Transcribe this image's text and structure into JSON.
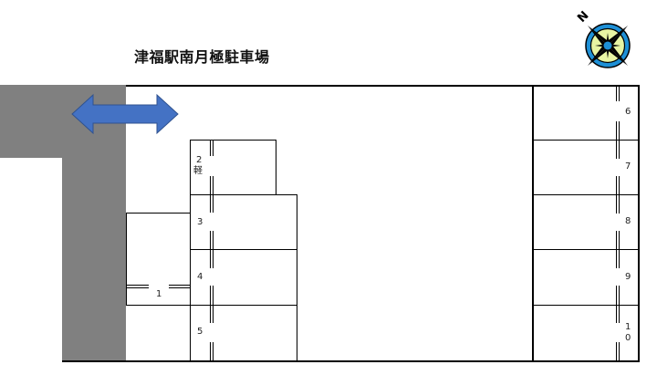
{
  "title": "津福駅南月極駐車場",
  "colors": {
    "road": "#808080",
    "arrow_fill": "#4472C4",
    "arrow_stroke": "#2F528F",
    "compass_ring": "#1E90D6",
    "compass_face": "#E8F5A3",
    "compass_star": "#000000",
    "compass_center": "#1E90D6"
  },
  "compass": {
    "north_label": "N",
    "icon": "compass-rose-icon"
  },
  "entrance_arrow": {
    "icon": "double-arrow-icon",
    "direction": "left-right"
  },
  "spaces": [
    {
      "id": "1",
      "label": "1",
      "note": ""
    },
    {
      "id": "2",
      "label": "2",
      "note": "軽"
    },
    {
      "id": "3",
      "label": "3",
      "note": ""
    },
    {
      "id": "4",
      "label": "4",
      "note": ""
    },
    {
      "id": "5",
      "label": "5",
      "note": ""
    },
    {
      "id": "6",
      "label": "6",
      "note": ""
    },
    {
      "id": "7",
      "label": "7",
      "note": ""
    },
    {
      "id": "8",
      "label": "8",
      "note": ""
    },
    {
      "id": "9",
      "label": "9",
      "note": ""
    },
    {
      "id": "10",
      "label_line1": "1",
      "label_line2": "0",
      "note": ""
    }
  ]
}
